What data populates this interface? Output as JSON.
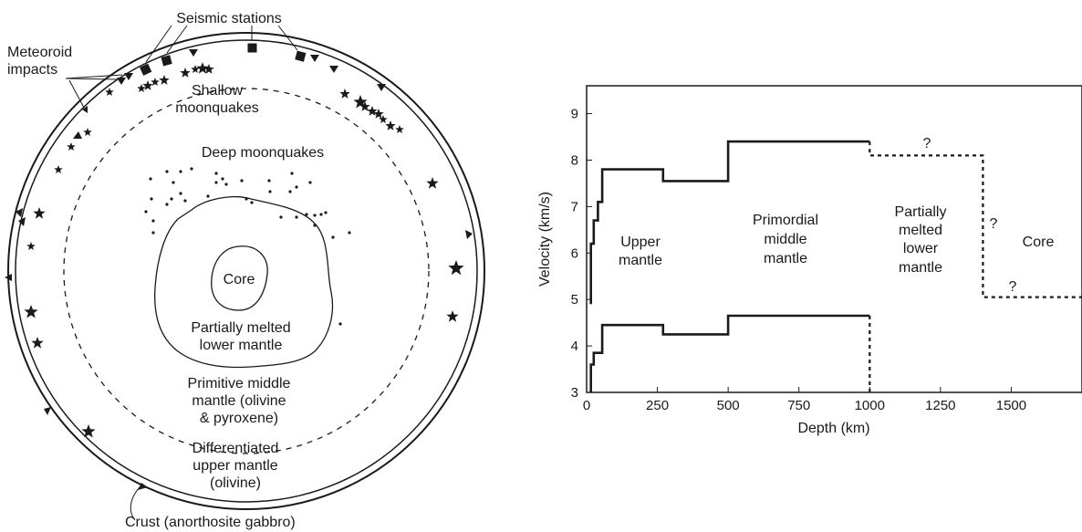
{
  "diagram": {
    "labels": {
      "seismic_stations": "Seismic stations",
      "meteoroid_line1": "Meteoroid",
      "meteoroid_line2": "impacts",
      "shallow_line1": "Shallow",
      "shallow_line2": "moonquakes",
      "deep": "Deep moonquakes",
      "core": "Core",
      "partial_line1": "Partially melted",
      "partial_line2": "lower mantle",
      "primitive_line1": "Primitive middle",
      "primitive_line2": "mantle (olivine",
      "primitive_line3": "& pyroxene)",
      "differentiated_line1": "Differentiated",
      "differentiated_line2": "upper mantle",
      "differentiated_line3": "(olivine)",
      "crust": "Crust (anorthosite gabbro)"
    }
  },
  "chart_data": {
    "type": "line",
    "xlabel": "Depth (km)",
    "ylabel": "Velocity (km/s)",
    "xlim": [
      0,
      1750
    ],
    "ylim": [
      3,
      9.6
    ],
    "xticks": [
      0,
      250,
      500,
      750,
      1000,
      1250,
      1500
    ],
    "yticks": [
      3,
      4,
      5,
      6,
      7,
      8,
      9
    ],
    "series": [
      {
        "style": "solid",
        "x": [
          15,
          15,
          25,
          25,
          40,
          40,
          55,
          55,
          270,
          270,
          500,
          500,
          1000
        ],
        "y": [
          4.9,
          6.2,
          6.2,
          6.7,
          6.7,
          7.1,
          7.1,
          7.8,
          7.8,
          7.55,
          7.55,
          8.4,
          8.4
        ]
      },
      {
        "style": "dashed",
        "x": [
          1000,
          1000,
          1400,
          1400,
          1750
        ],
        "y": [
          8.4,
          8.1,
          8.1,
          5.05,
          5.05
        ]
      },
      {
        "style": "solid",
        "x": [
          15,
          15,
          25,
          25,
          55,
          55,
          270,
          270,
          500,
          500,
          1000
        ],
        "y": [
          3.0,
          3.6,
          3.6,
          3.85,
          3.85,
          4.45,
          4.45,
          4.25,
          4.25,
          4.65,
          4.65
        ]
      },
      {
        "style": "dashed",
        "x": [
          1000,
          1000
        ],
        "y": [
          4.65,
          3.0
        ]
      }
    ],
    "region_labels": {
      "upper_line1": "Upper",
      "upper_line2": "mantle",
      "primordial_line1": "Primordial",
      "primordial_line2": "middle",
      "primordial_line3": "mantle",
      "partial_line1": "Partially",
      "partial_line2": "melted",
      "partial_line3": "lower",
      "partial_line4": "mantle",
      "core": "Core",
      "q1": "?",
      "q2": "?",
      "q3": "?"
    }
  }
}
